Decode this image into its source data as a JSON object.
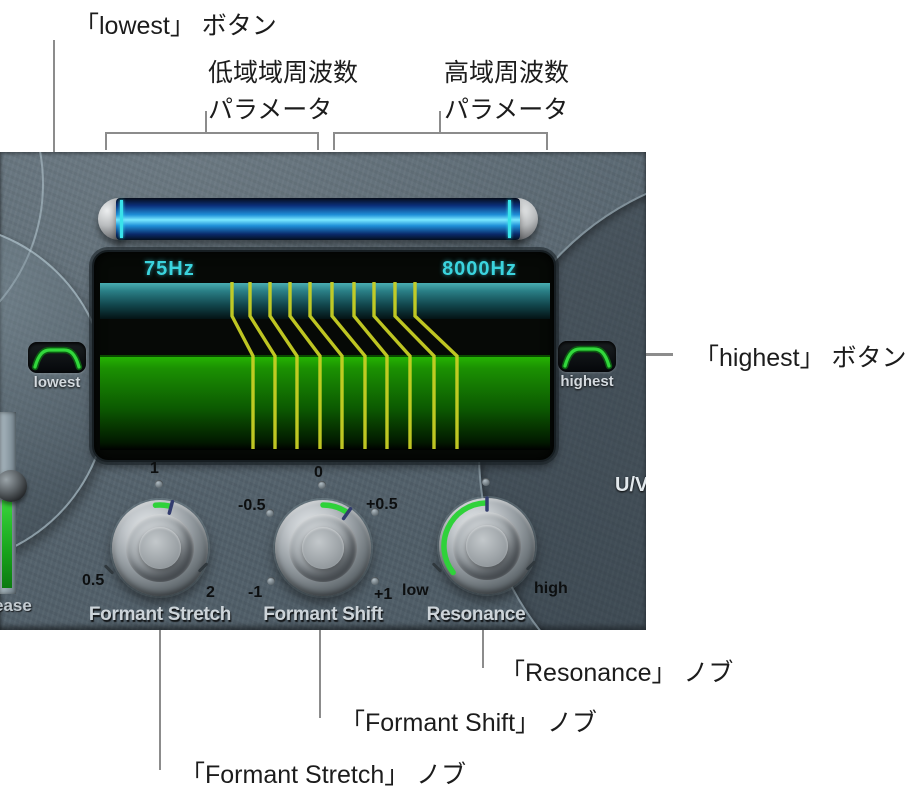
{
  "annotations": {
    "lowest_button": "「lowest」 ボタン",
    "low_freq_line1": "低域域周波数",
    "low_freq_line2": "パラメータ",
    "high_freq_line1": "高域周波数",
    "high_freq_line2": "パラメータ",
    "highest_button": "「highest」 ボタン",
    "resonance_knob": "「Resonance」 ノブ",
    "formant_shift_knob": "「Formant Shift」 ノブ",
    "formant_stretch_knob": "「Formant Stretch」 ノブ"
  },
  "panel": {
    "slider_range_display": {
      "low": "75Hz",
      "high": "8000Hz"
    },
    "lowest_button_label": "lowest",
    "highest_button_label": "highest",
    "uv_label": "U/V",
    "release_slider_partial_label": "ease",
    "knobs": {
      "formant_stretch": {
        "label": "Formant Stretch",
        "scale": {
          "mid": "1",
          "min": "0.5",
          "max": "2"
        }
      },
      "formant_shift": {
        "label": "Formant Shift",
        "scale": {
          "top": "0",
          "upper_left": "-0.5",
          "upper_right": "+0.5",
          "lower_left": "-1",
          "lower_right": "+1"
        }
      },
      "resonance": {
        "label": "Resonance",
        "scale": {
          "min": "low",
          "max": "high"
        }
      }
    },
    "formant_display": {
      "lines_top_x": [
        138,
        156,
        176,
        196,
        216,
        238,
        260,
        280,
        301,
        321
      ],
      "lines_bottom_x": [
        159,
        181,
        203,
        226,
        248,
        271,
        293,
        316,
        340,
        363
      ]
    }
  },
  "colors": {
    "accent_green": "#2fd23a",
    "display_cyan": "#3bd4de",
    "formant_line_yellow": "#c8d024",
    "slider_blue": "#29a8e8",
    "panel_gray": "#55636d"
  }
}
